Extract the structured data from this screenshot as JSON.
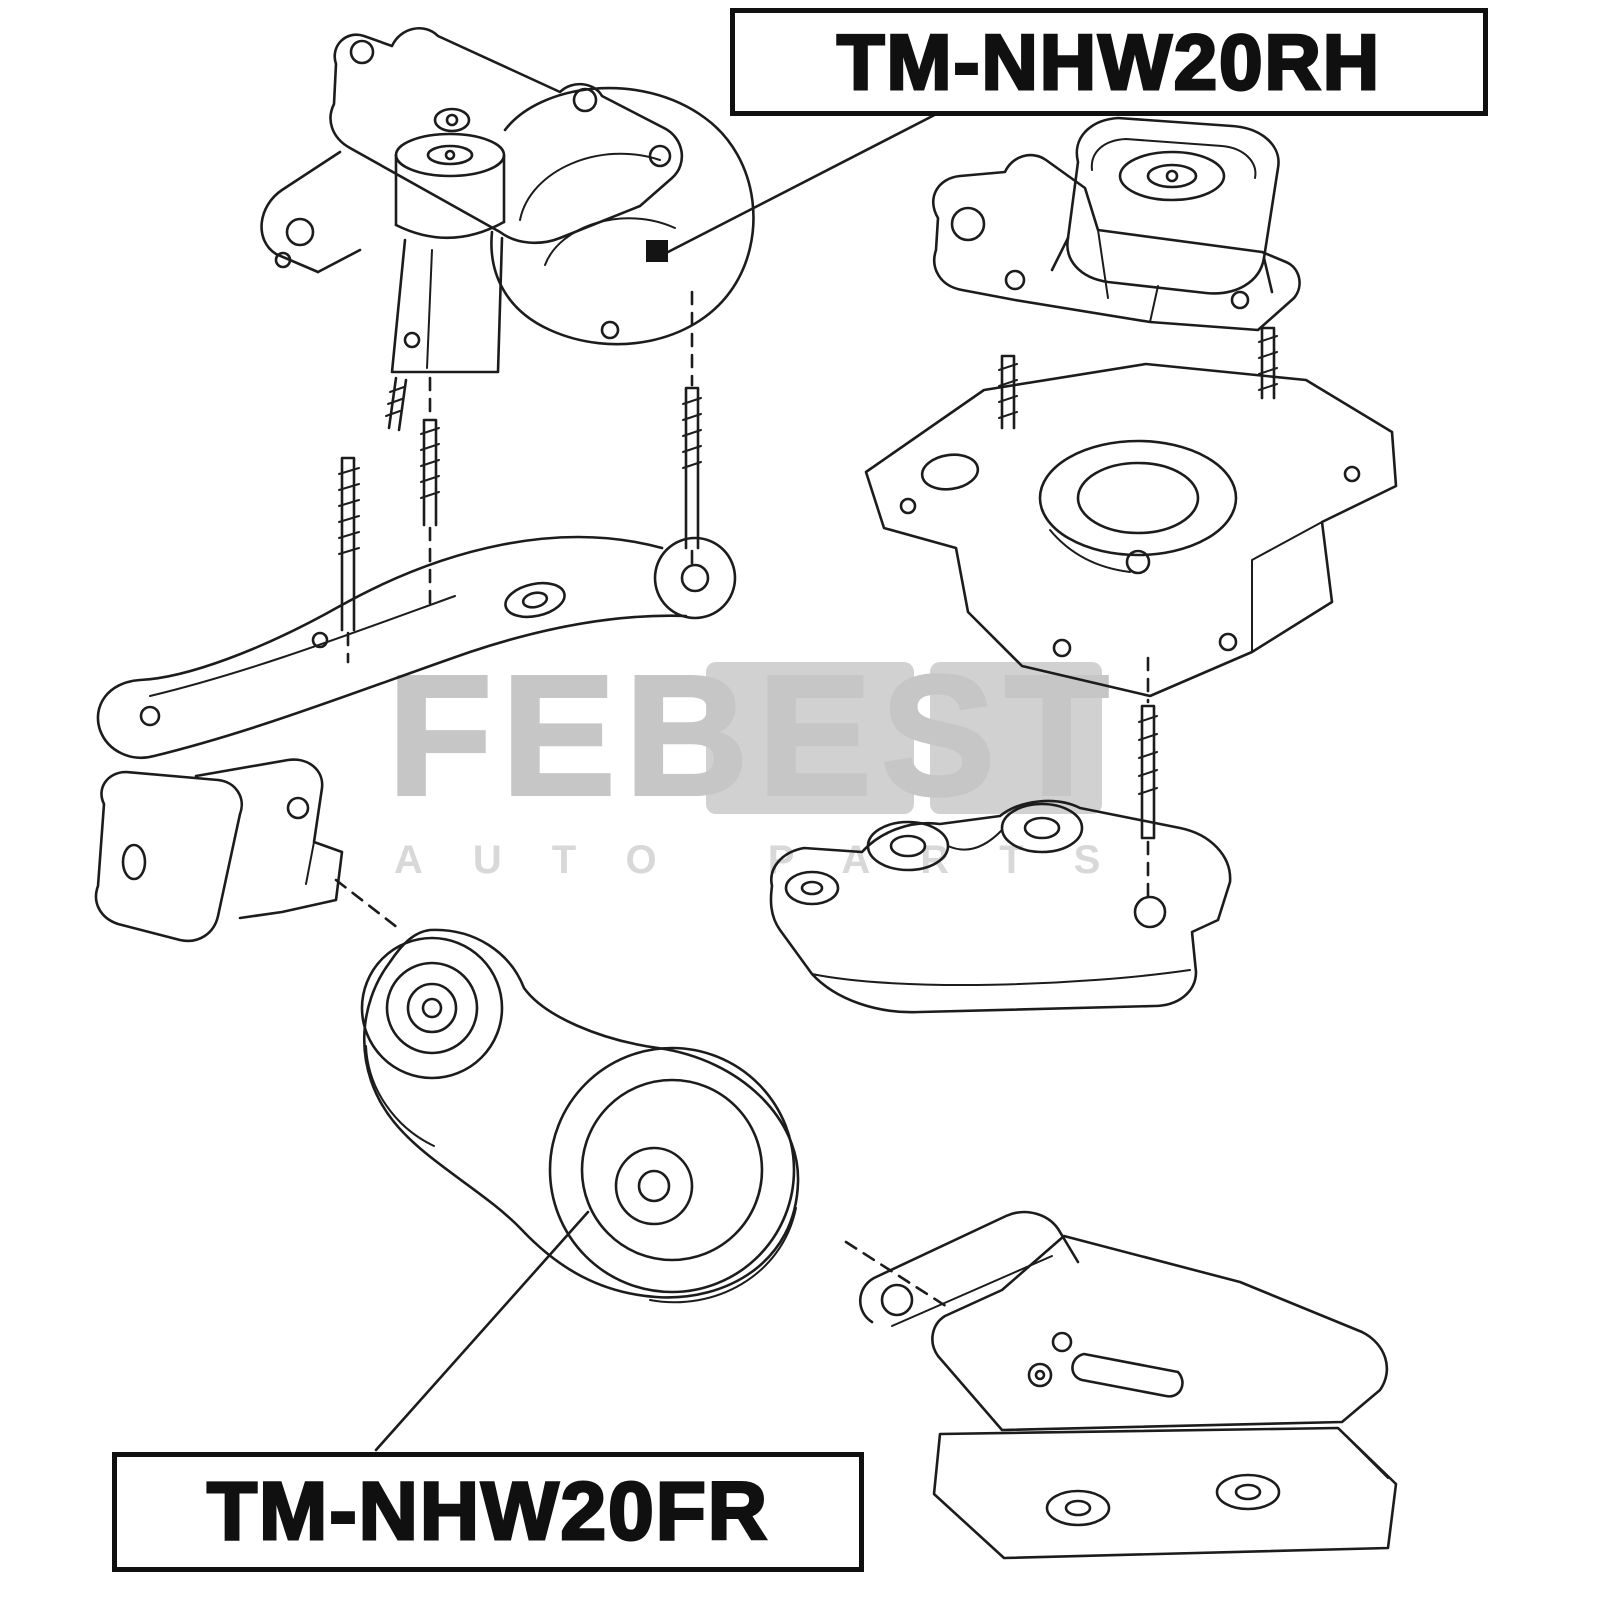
{
  "page": {
    "background": "#ffffff",
    "line_color": "#1c1c1c"
  },
  "labels": {
    "top_right": "TM-NHW20RH",
    "bottom_left": "TM-NHW20FR"
  },
  "watermark": {
    "brand": "FEBEST",
    "tagline": "AUTO PARTS",
    "brand_color": "#a9a9a9",
    "block_color": "#b9b9b9"
  },
  "diagram": {
    "type": "exploded-parts-line-drawing",
    "part_views": [
      "engine-mount-assembly-with-studs-and-bracket-arm",
      "rubber-mount-insulator",
      "transmission-bracket-plate-with-studs",
      "lower-mount-bracket-with-bushings",
      "small-side-bracket",
      "front-torque-rod-mount",
      "front-mounting-bracket-with-washers"
    ]
  }
}
